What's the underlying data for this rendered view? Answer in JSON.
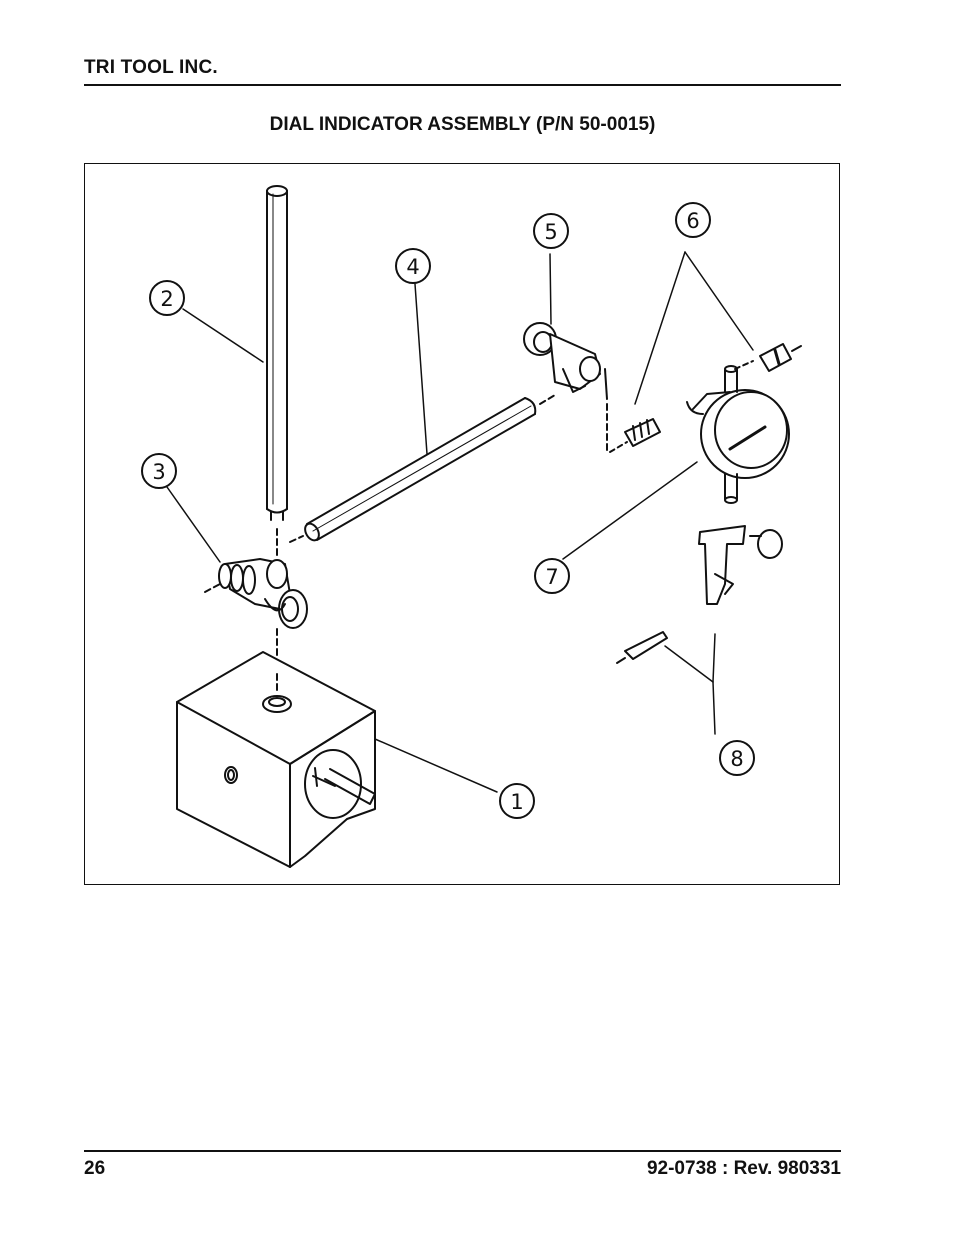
{
  "header": {
    "company": "TRI TOOL INC."
  },
  "title": "DIAL INDICATOR ASSEMBLY (P/N 50-0015)",
  "figure": {
    "callouts": [
      "1",
      "2",
      "3",
      "4",
      "5",
      "6",
      "7",
      "8"
    ]
  },
  "footer": {
    "page_number": "26",
    "doc_revision": "92-0738 : Rev. 980331"
  }
}
